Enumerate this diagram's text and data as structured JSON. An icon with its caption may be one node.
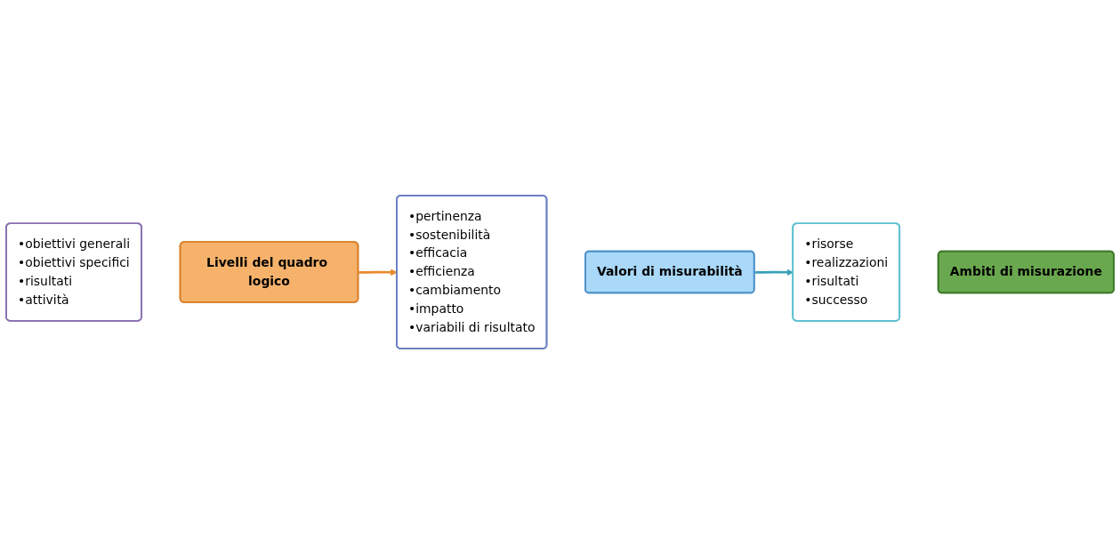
{
  "diagram": {
    "nodes": [
      {
        "text": [
          "•obiettivi generali",
          "•obiettivi specifici",
          "•risultati",
          "•attività"
        ]
      },
      {
        "text": [
          "Livelli del quadro logico"
        ]
      },
      {
        "text": [
          "•pertinenza",
          "•sostenibilità",
          "•efficacia",
          "•efficienza",
          "•cambiamento",
          "•impatto",
          "•variabili di risultato"
        ]
      },
      {
        "text": [
          "Valori di misurabilità"
        ]
      },
      {
        "text": [
          "•risorse",
          "•realizzazioni",
          "•risultati",
          "•successo"
        ]
      },
      {
        "text": [
          "Ambiti di misurazione"
        ]
      }
    ],
    "edges": [
      {
        "from": 1,
        "to": 2,
        "arrow": "to",
        "color": "#e8892c"
      },
      {
        "from": 3,
        "to": 4,
        "arrow": "to",
        "color": "#3aa0b8"
      }
    ]
  }
}
